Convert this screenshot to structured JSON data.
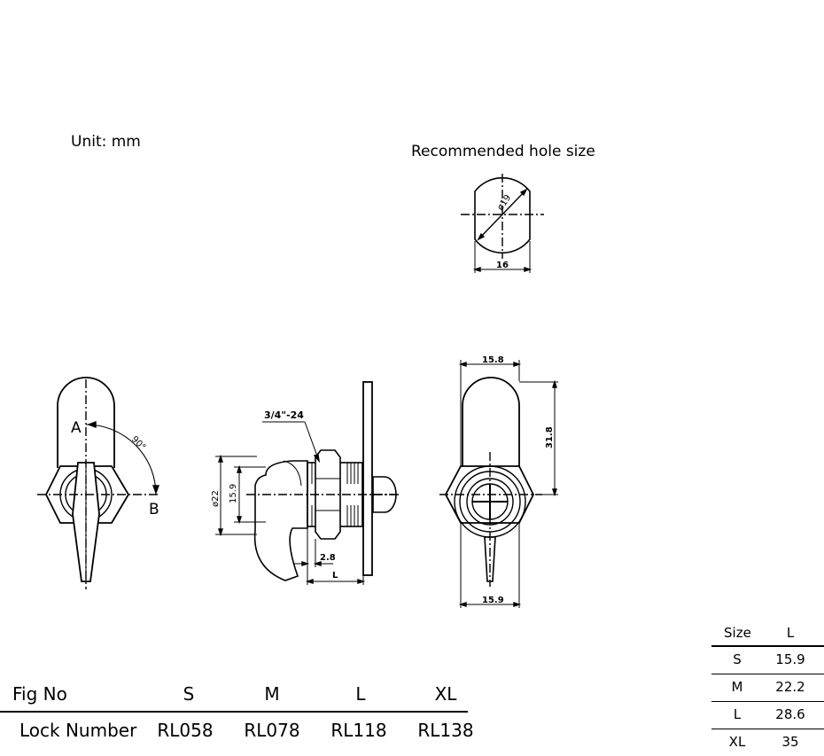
{
  "unit_label": "Unit: mm",
  "hole": {
    "title": "Recommended hole size",
    "diameter_label": "ø19",
    "width_label": "16"
  },
  "front_view": {
    "label_a": "A",
    "label_b": "B",
    "angle_label": "90°"
  },
  "side_view": {
    "thread_label": "3/4\"-24",
    "dia_label": "ø22",
    "height_label": "15.9",
    "offset_label": "2.8",
    "length_label": "L"
  },
  "rear_view": {
    "top_width_label": "15.8",
    "height_label": "31.8",
    "bottom_width_label": "15.9"
  },
  "size_table": {
    "headers": [
      "Size",
      "L"
    ],
    "rows": [
      {
        "size": "S",
        "L": "15.9"
      },
      {
        "size": "M",
        "L": "22.2"
      },
      {
        "size": "L",
        "L": "28.6"
      },
      {
        "size": "XL",
        "L": "35"
      }
    ]
  },
  "lock_table": {
    "header_label": "Fig No",
    "body_label": "Lock Number",
    "sizes": [
      "S",
      "M",
      "L",
      "XL"
    ],
    "numbers": [
      "RL058",
      "RL078",
      "RL118",
      "RL138"
    ]
  }
}
